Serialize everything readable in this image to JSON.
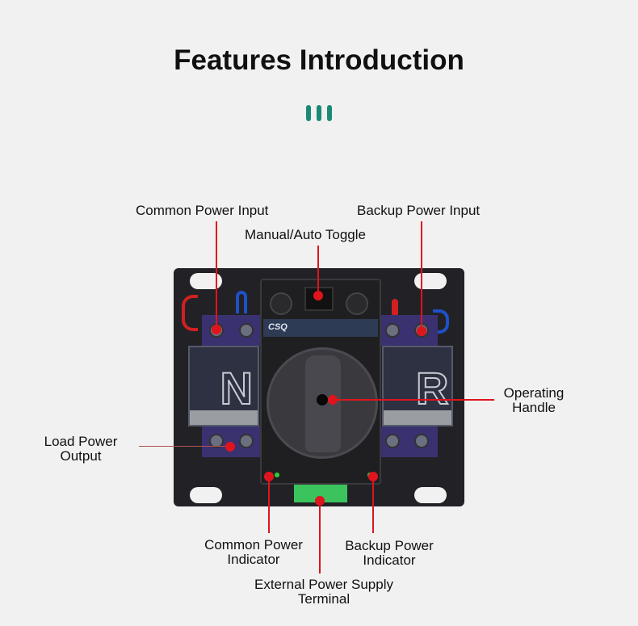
{
  "header": {
    "title": "Features Introduction"
  },
  "device": {
    "brand": "CSQ",
    "left_module_letter": "N",
    "right_module_letter": "R"
  },
  "labels": {
    "common_power_input": "Common Power Input",
    "backup_power_input": "Backup Power Input",
    "manual_auto_toggle": "Manual/Auto Toggle",
    "operating_handle": [
      "Operating",
      "Handle"
    ],
    "load_power_output": [
      "Load Power",
      "Output"
    ],
    "common_power_indicator": [
      "Common Power",
      "Indicator"
    ],
    "backup_power_indicator": [
      "Backup Power",
      "Indicator"
    ],
    "external_power_supply_terminal": [
      "External Power Supply",
      "Terminal"
    ]
  },
  "colors": {
    "accent": "#1a8a76",
    "callout": "#e0141c",
    "background": "#f1f1f1"
  }
}
